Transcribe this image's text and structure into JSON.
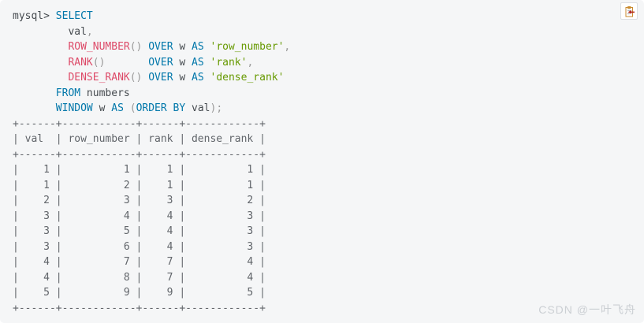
{
  "colors": {
    "block_bg": "#f5f6f7",
    "plain": "#454a4f",
    "keyword": "#0077aa",
    "function": "#dd4a68",
    "string": "#669900",
    "punctuation": "#999999",
    "table": "#61656a",
    "watermark": "#cbcfd3"
  },
  "code": {
    "prompt": "mysql>",
    "lines": [
      [
        {
          "c": "pl",
          "s": "mysql> "
        },
        {
          "c": "kw",
          "s": "SELECT"
        }
      ],
      [
        {
          "c": "pl",
          "s": "         val"
        },
        {
          "c": "pu",
          "s": ","
        }
      ],
      [
        {
          "c": "pl",
          "s": "         "
        },
        {
          "c": "fn",
          "s": "ROW_NUMBER"
        },
        {
          "c": "pu",
          "s": "()"
        },
        {
          "c": "pl",
          "s": " "
        },
        {
          "c": "kw",
          "s": "OVER"
        },
        {
          "c": "pl",
          "s": " w "
        },
        {
          "c": "kw",
          "s": "AS"
        },
        {
          "c": "pl",
          "s": " "
        },
        {
          "c": "str",
          "s": "'row_number'"
        },
        {
          "c": "pu",
          "s": ","
        }
      ],
      [
        {
          "c": "pl",
          "s": "         "
        },
        {
          "c": "fn",
          "s": "RANK"
        },
        {
          "c": "pu",
          "s": "()"
        },
        {
          "c": "pl",
          "s": "       "
        },
        {
          "c": "kw",
          "s": "OVER"
        },
        {
          "c": "pl",
          "s": " w "
        },
        {
          "c": "kw",
          "s": "AS"
        },
        {
          "c": "pl",
          "s": " "
        },
        {
          "c": "str",
          "s": "'rank'"
        },
        {
          "c": "pu",
          "s": ","
        }
      ],
      [
        {
          "c": "pl",
          "s": "         "
        },
        {
          "c": "fn",
          "s": "DENSE_RANK"
        },
        {
          "c": "pu",
          "s": "()"
        },
        {
          "c": "pl",
          "s": " "
        },
        {
          "c": "kw",
          "s": "OVER"
        },
        {
          "c": "pl",
          "s": " w "
        },
        {
          "c": "kw",
          "s": "AS"
        },
        {
          "c": "pl",
          "s": " "
        },
        {
          "c": "str",
          "s": "'dense_rank'"
        }
      ],
      [
        {
          "c": "pl",
          "s": "       "
        },
        {
          "c": "kw",
          "s": "FROM"
        },
        {
          "c": "pl",
          "s": " numbers"
        }
      ],
      [
        {
          "c": "pl",
          "s": "       "
        },
        {
          "c": "kw",
          "s": "WINDOW"
        },
        {
          "c": "pl",
          "s": " w "
        },
        {
          "c": "kw",
          "s": "AS"
        },
        {
          "c": "pl",
          "s": " "
        },
        {
          "c": "pu",
          "s": "("
        },
        {
          "c": "kw",
          "s": "ORDER"
        },
        {
          "c": "pl",
          "s": " "
        },
        {
          "c": "kw",
          "s": "BY"
        },
        {
          "c": "pl",
          "s": " val"
        },
        {
          "c": "pu",
          "s": ");"
        }
      ]
    ]
  },
  "result_table": {
    "columns": [
      {
        "name": "val",
        "width": 6
      },
      {
        "name": "row_number",
        "width": 12
      },
      {
        "name": "rank",
        "width": 6
      },
      {
        "name": "dense_rank",
        "width": 12
      }
    ],
    "rows": [
      [
        1,
        1,
        1,
        1
      ],
      [
        1,
        2,
        1,
        1
      ],
      [
        2,
        3,
        3,
        2
      ],
      [
        3,
        4,
        4,
        3
      ],
      [
        3,
        5,
        4,
        3
      ],
      [
        3,
        6,
        4,
        3
      ],
      [
        4,
        7,
        7,
        4
      ],
      [
        4,
        8,
        7,
        4
      ],
      [
        5,
        9,
        9,
        5
      ]
    ]
  },
  "copy_button": {
    "icon": "clipboard-arrow-icon",
    "label": ""
  },
  "watermark": {
    "text": "CSDN @一叶飞舟"
  }
}
